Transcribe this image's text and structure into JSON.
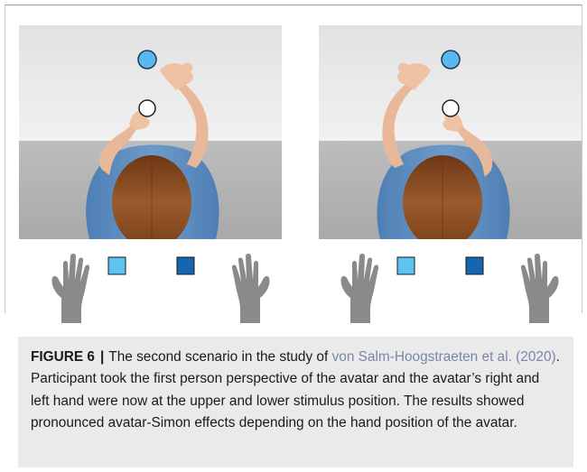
{
  "caption": {
    "figure_label": "FIGURE 6",
    "separator": "|",
    "text_before_link": "The second scenario in the study of",
    "link_text": "von Salm-Hoogstraeten et al. (2020)",
    "text_after_link": ". Participant took the first person perspective of the avatar and the avatar’s right and left hand were now at the upper and lower stimulus position. The results showed pronounced avatar-Simon effects depending on the hand position of the avatar."
  },
  "colors": {
    "stimulus_light_blue": "#5ab8ef",
    "stimulus_dark_blue": "#1565b0",
    "response_light_blue": "#5ec2f2",
    "response_dark_blue": "#1565b0",
    "shirt_blue": "#5d8bbd",
    "hair_brown": "#8a4a22",
    "hand_gray": "#8a8a8a",
    "wall": "#ececec",
    "table": "#b8b8b8"
  },
  "panels": [
    {
      "name": "left",
      "active_stimulus": "upper",
      "active_color": "light-blue",
      "right_hand": "upper",
      "left_hand": "lower"
    },
    {
      "name": "right",
      "active_stimulus": "upper",
      "active_color": "light-blue",
      "right_hand": "lower",
      "left_hand": "upper"
    }
  ]
}
